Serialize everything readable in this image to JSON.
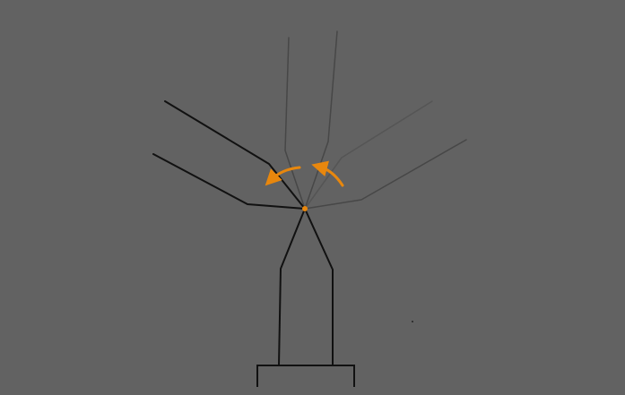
{
  "diagram": {
    "colors": {
      "background": "#626262",
      "active_line": "#111111",
      "ghost_line": "#474747",
      "ghost_line_inner": "#555555",
      "accent": "#e8870d"
    },
    "parts": [
      {
        "id": "base-plate",
        "kind": "structure"
      },
      {
        "id": "column",
        "kind": "structure"
      },
      {
        "id": "pivot-point",
        "kind": "joint"
      },
      {
        "id": "arms-rotated",
        "kind": "active"
      },
      {
        "id": "arms-ghost-upright",
        "kind": "previous-position"
      },
      {
        "id": "arms-ghost-right",
        "kind": "previous-position"
      },
      {
        "id": "rotation-arrow-left",
        "kind": "indicator",
        "direction": "counterclockwise"
      },
      {
        "id": "rotation-arrow-right",
        "kind": "indicator",
        "direction": "counterclockwise"
      }
    ]
  }
}
